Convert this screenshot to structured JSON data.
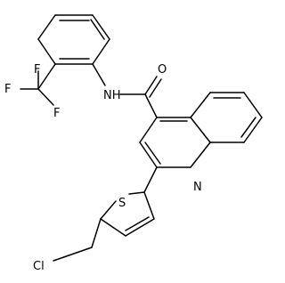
{
  "molecule": {
    "atoms": {
      "oxygen": "O",
      "amide_nh": "NH",
      "quinoline_n": "N",
      "thiophene_s": "S",
      "chlorine": "Cl",
      "fluorine_top": "F",
      "fluorine_left": "F",
      "fluorine_bottom": "F"
    }
  }
}
